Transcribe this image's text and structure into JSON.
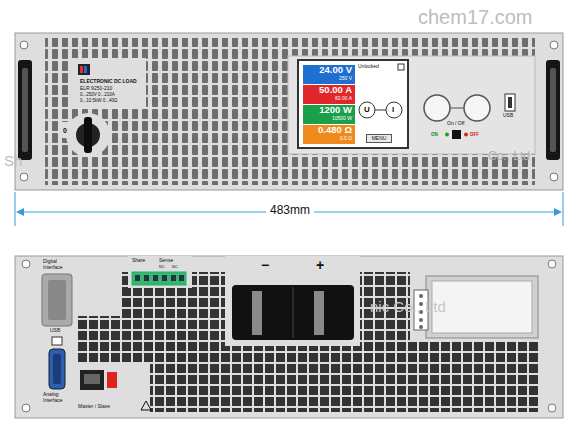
{
  "diagram": {
    "nodes": [
      {
        "text": [
          "Unlocked"
        ]
      },
      {
        "text": [
          "24.00 V",
          "250 V"
        ],
        "in": 0
      },
      {
        "text": [
          "50.00 A",
          "60.00 A"
        ],
        "in": 0
      },
      {
        "text": [
          "1200 W",
          "10500 W"
        ],
        "in": 0
      },
      {
        "text": [
          "0.480 Ω",
          "0.0 Ω"
        ],
        "in": 0
      },
      {
        "text": [
          "MENU"
        ],
        "in": 0
      }
    ],
    "labels": [
      "ELECTRONIC DC LOAD",
      "ELR 9250-210",
      "0...250V 0...210A",
      "0...10.5kW 0...40Ω",
      "0",
      "U",
      "I",
      "On / Off",
      "ON",
      "OFF",
      "USB",
      "483mm",
      "chem17.com",
      "Sh",
      "Co., Ltd",
      "Digital Interface",
      "USB",
      "Analog Interface",
      "Master / Slave",
      "Share",
      "Sense",
      "NC",
      "NC",
      "−",
      "+",
      "nic Co., Ltd"
    ]
  }
}
